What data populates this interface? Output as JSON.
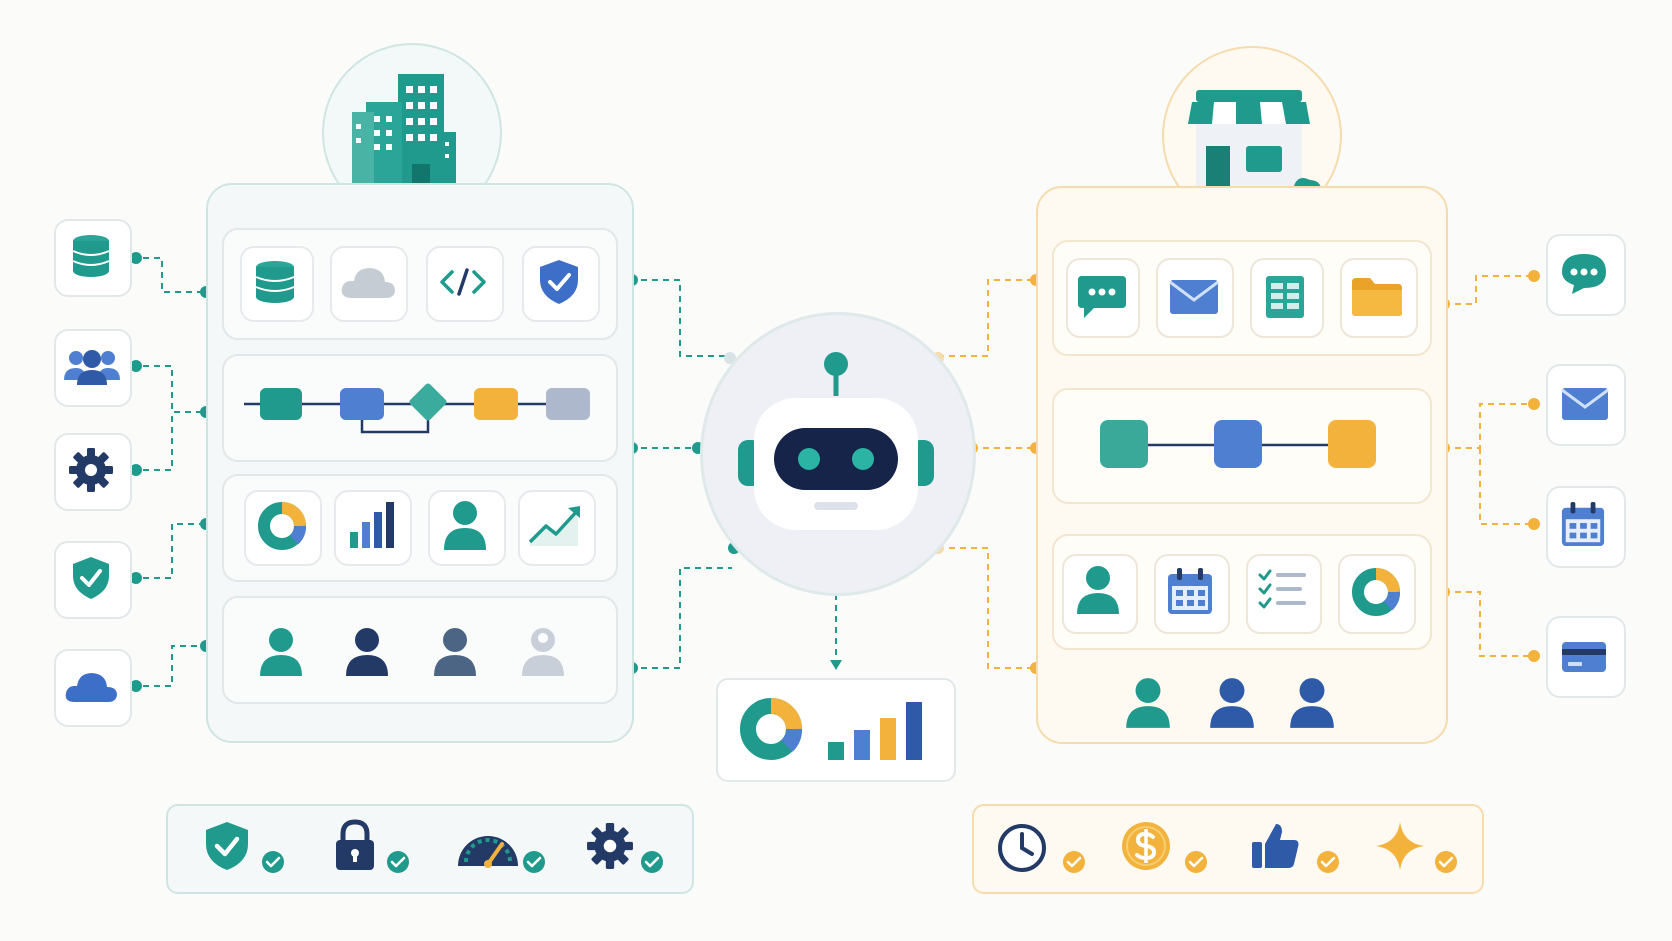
{
  "colors": {
    "teal": "#1f9a8c",
    "teal_dark": "#13766c",
    "blue": "#4e7fd0",
    "navy": "#243a66",
    "slate": "#4d6585",
    "orange": "#f2b23c",
    "gray": "#b8bfcc",
    "enterprise_border": "#cfe5e2",
    "business_border": "#f6dbad",
    "business_fill": "#fffaf1"
  },
  "enterprise": {
    "header_icon": "office-building-icon",
    "side_icons": [
      "database-icon",
      "users-group-icon",
      "gear-icon",
      "shield-check-icon",
      "cloud-icon"
    ],
    "tools_row": [
      "database-icon",
      "cloud-icon",
      "code-icon",
      "shield-check-icon"
    ],
    "workflow_steps": [
      "step-1",
      "step-2",
      "decision",
      "step-3",
      "step-4"
    ],
    "analytics_row": [
      "donut-chart-icon",
      "bar-chart-icon",
      "user-icon",
      "trend-chart-icon"
    ],
    "people": [
      "teal",
      "navy",
      "slate",
      "gray"
    ],
    "benefits": [
      "shield-check-icon",
      "padlock-icon",
      "speedometer-icon",
      "gear-icon"
    ]
  },
  "assistant": {
    "icon": "robot-icon",
    "output_icons": [
      "donut-chart-icon",
      "bar-chart-icon"
    ]
  },
  "business": {
    "header_icon": "storefront-icon",
    "side_icons": [
      "chat-bubble-icon",
      "envelope-icon",
      "calendar-icon",
      "credit-card-icon"
    ],
    "apps_row": [
      "chat-bubble-icon",
      "envelope-icon",
      "spreadsheet-icon",
      "folder-icon"
    ],
    "workflow_steps": [
      "step-1",
      "step-2",
      "step-3"
    ],
    "tools_row": [
      "user-icon",
      "calendar-icon",
      "checklist-icon",
      "donut-chart-icon"
    ],
    "people": [
      "teal",
      "blue",
      "blue"
    ],
    "benefits": [
      "clock-icon",
      "dollar-coin-icon",
      "thumbs-up-icon",
      "sparkle-icon"
    ]
  }
}
